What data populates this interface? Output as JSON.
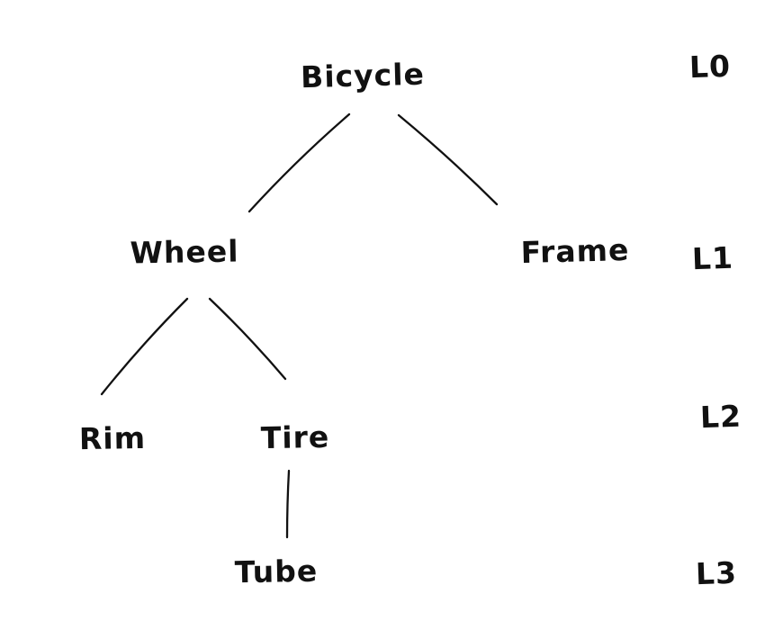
{
  "diagram": {
    "type": "tree",
    "background_color": "#ffffff",
    "ink_color": "#111111",
    "nodes": [
      {
        "id": "bicycle",
        "label": "Bicycle",
        "level": 0
      },
      {
        "id": "wheel",
        "label": "Wheel",
        "level": 1
      },
      {
        "id": "frame",
        "label": "Frame",
        "level": 1
      },
      {
        "id": "rim",
        "label": "Rim",
        "level": 2
      },
      {
        "id": "tire",
        "label": "Tire",
        "level": 2
      },
      {
        "id": "tube",
        "label": "Tube",
        "level": 3
      }
    ],
    "edges": [
      {
        "from": "Bicycle",
        "to": "Wheel"
      },
      {
        "from": "Bicycle",
        "to": "Frame"
      },
      {
        "from": "Wheel",
        "to": "Rim"
      },
      {
        "from": "Wheel",
        "to": "Tire"
      },
      {
        "from": "Tire",
        "to": "Tube"
      }
    ],
    "level_labels": [
      "L0",
      "L1",
      "L2",
      "L3"
    ]
  }
}
